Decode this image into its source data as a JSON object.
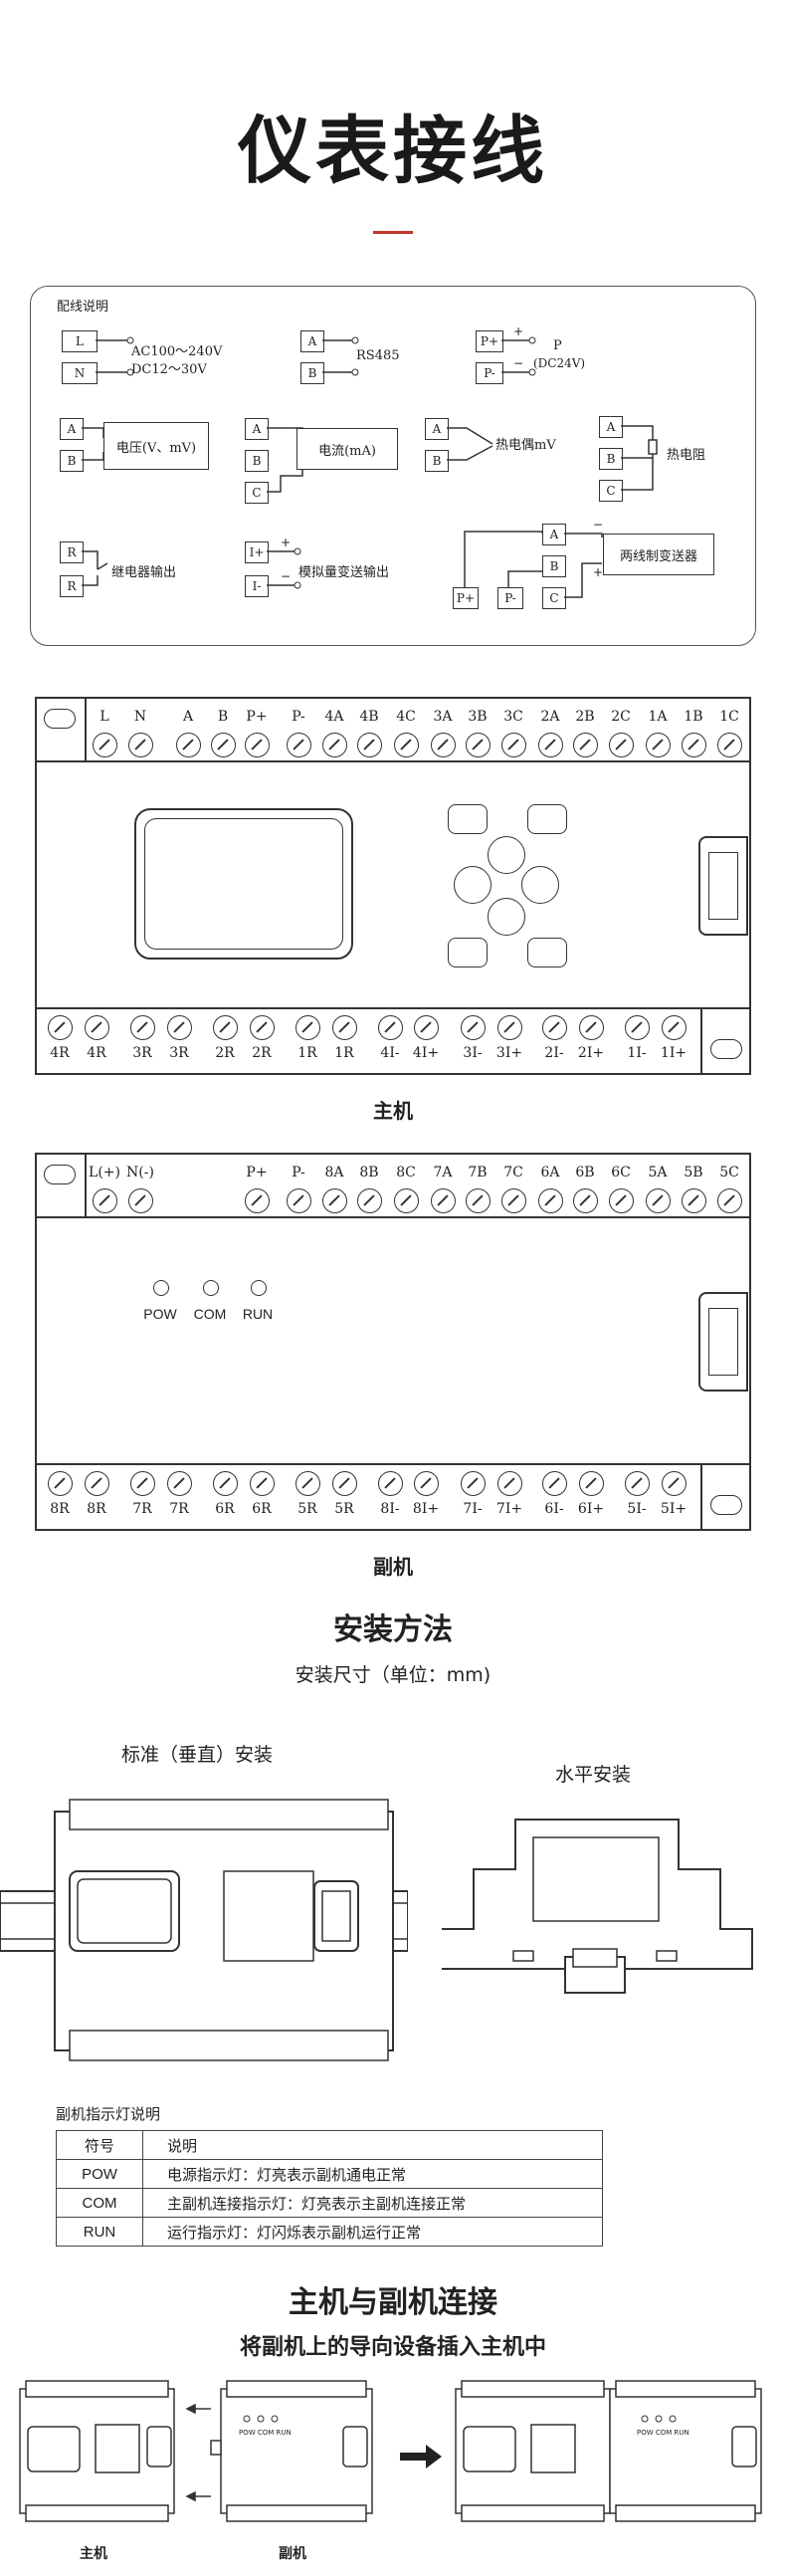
{
  "title": "仪表接线",
  "wiring": {
    "header": "配线说明",
    "power_L": "L",
    "power_N": "N",
    "power_ac": "AC100～240V",
    "power_dc": "DC12～30V",
    "rs_A": "A",
    "rs_B": "B",
    "rs_label": "RS485",
    "p_plus": "P+",
    "p_minus": "P-",
    "p_label": "P",
    "p_sub": "(DC24V)",
    "sign_plus": "+",
    "sign_minus": "−",
    "volt_label": "电压(V、mV)",
    "curr_label": "电流(mA)",
    "tc_label": "热电偶mV",
    "rtd_label": "热电阻",
    "C": "C",
    "relay_R": "R",
    "relay_label": "继电器输出",
    "i_plus": "I+",
    "i_minus": "I-",
    "analog_label": "模拟量变送输出",
    "transmitter_label": "两线制变送器"
  },
  "main_unit": {
    "top_terminals": [
      "L",
      "N",
      "A",
      "B",
      "P+",
      "P-",
      "4A",
      "4B",
      "4C",
      "3A",
      "3B",
      "3C",
      "2A",
      "2B",
      "2C",
      "1A",
      "1B",
      "1C"
    ],
    "bottom_terminals": [
      "4R",
      "4R",
      "3R",
      "3R",
      "2R",
      "2R",
      "1R",
      "1R",
      "4I-",
      "4I+",
      "3I-",
      "3I+",
      "2I-",
      "2I+",
      "1I-",
      "1I+"
    ],
    "caption": "主机"
  },
  "sub_unit": {
    "top_terminals": [
      "L(+)",
      "N(-)",
      "P+",
      "P-",
      "8A",
      "8B",
      "8C",
      "7A",
      "7B",
      "7C",
      "6A",
      "6B",
      "6C",
      "5A",
      "5B",
      "5C"
    ],
    "bottom_terminals": [
      "8R",
      "8R",
      "7R",
      "7R",
      "6R",
      "6R",
      "5R",
      "5R",
      "8I-",
      "8I+",
      "7I-",
      "7I+",
      "6I-",
      "6I+",
      "5I-",
      "5I+"
    ],
    "leds": [
      "POW",
      "COM",
      "RUN"
    ],
    "caption": "副机"
  },
  "install": {
    "title": "安装方法",
    "subtitle": "安装尺寸（单位：mm)",
    "vertical_label": "标准（垂直）安装",
    "horizontal_label": "水平安装"
  },
  "indicators": {
    "title": "副机指示灯说明",
    "headers": [
      "符号",
      "说明"
    ],
    "rows": [
      {
        "symbol": "POW",
        "desc": "电源指示灯：灯亮表示副机通电正常"
      },
      {
        "symbol": "COM",
        "desc": "主副机连接指示灯：灯亮表示主副机连接正常"
      },
      {
        "symbol": "RUN",
        "desc": "运行指示灯：灯闪烁表示副机运行正常"
      }
    ]
  },
  "connect": {
    "title": "主机与副机连接",
    "subtitle": "将副机上的导向设备插入主机中",
    "main_label": "主机",
    "sub_label": "副机",
    "led_small": "POW COM RUN"
  }
}
